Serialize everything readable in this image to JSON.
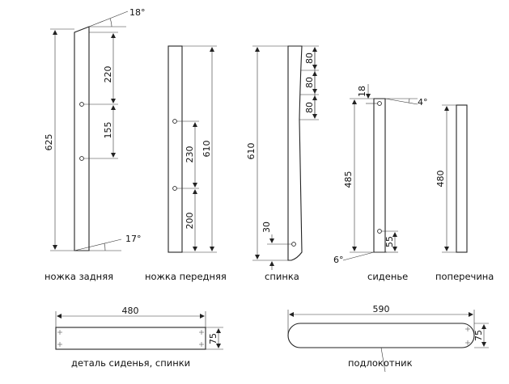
{
  "parts": {
    "rear_leg": {
      "caption": "ножка задняя",
      "total": "625",
      "upper": "220",
      "middle": "155",
      "top_angle": "18°",
      "bottom_angle": "17°"
    },
    "front_leg": {
      "caption": "ножка передняя",
      "total": "610",
      "spacing": "230",
      "bottom": "200"
    },
    "backrest": {
      "caption": "спинка",
      "total": "610",
      "top_steps": [
        "80",
        "80",
        "80"
      ],
      "bottom": "30"
    },
    "seat": {
      "caption": "сиденье",
      "total": "485",
      "top": "18",
      "bottom": "55",
      "top_angle": "4°",
      "bottom_angle": "6°"
    },
    "crossbar": {
      "caption": "поперечина",
      "total": "480"
    },
    "seat_back_detail": {
      "caption": "деталь сиденья, спинки",
      "length": "480",
      "width": "75"
    },
    "armrest": {
      "caption": "подлокотник",
      "length": "590",
      "width": "75"
    }
  }
}
